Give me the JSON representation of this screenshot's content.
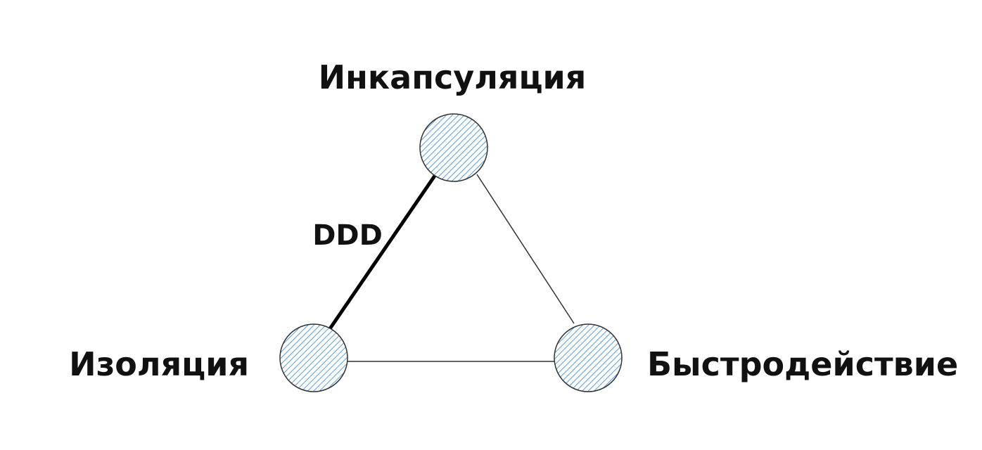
{
  "colors": {
    "hatch": "#5b9bd5",
    "node_stroke": "#333333",
    "edge": "#333333",
    "emphasis_edge": "#000000"
  },
  "nodes": {
    "top": {
      "label": "Инкапсуляция"
    },
    "left": {
      "label": "Изоляция"
    },
    "right": {
      "label": "Быстродействие"
    }
  },
  "edges": {
    "top_left": {
      "label": "DDD",
      "emphasized": true
    },
    "top_right": {
      "label": "",
      "emphasized": false
    },
    "left_right": {
      "label": "",
      "emphasized": false
    }
  }
}
